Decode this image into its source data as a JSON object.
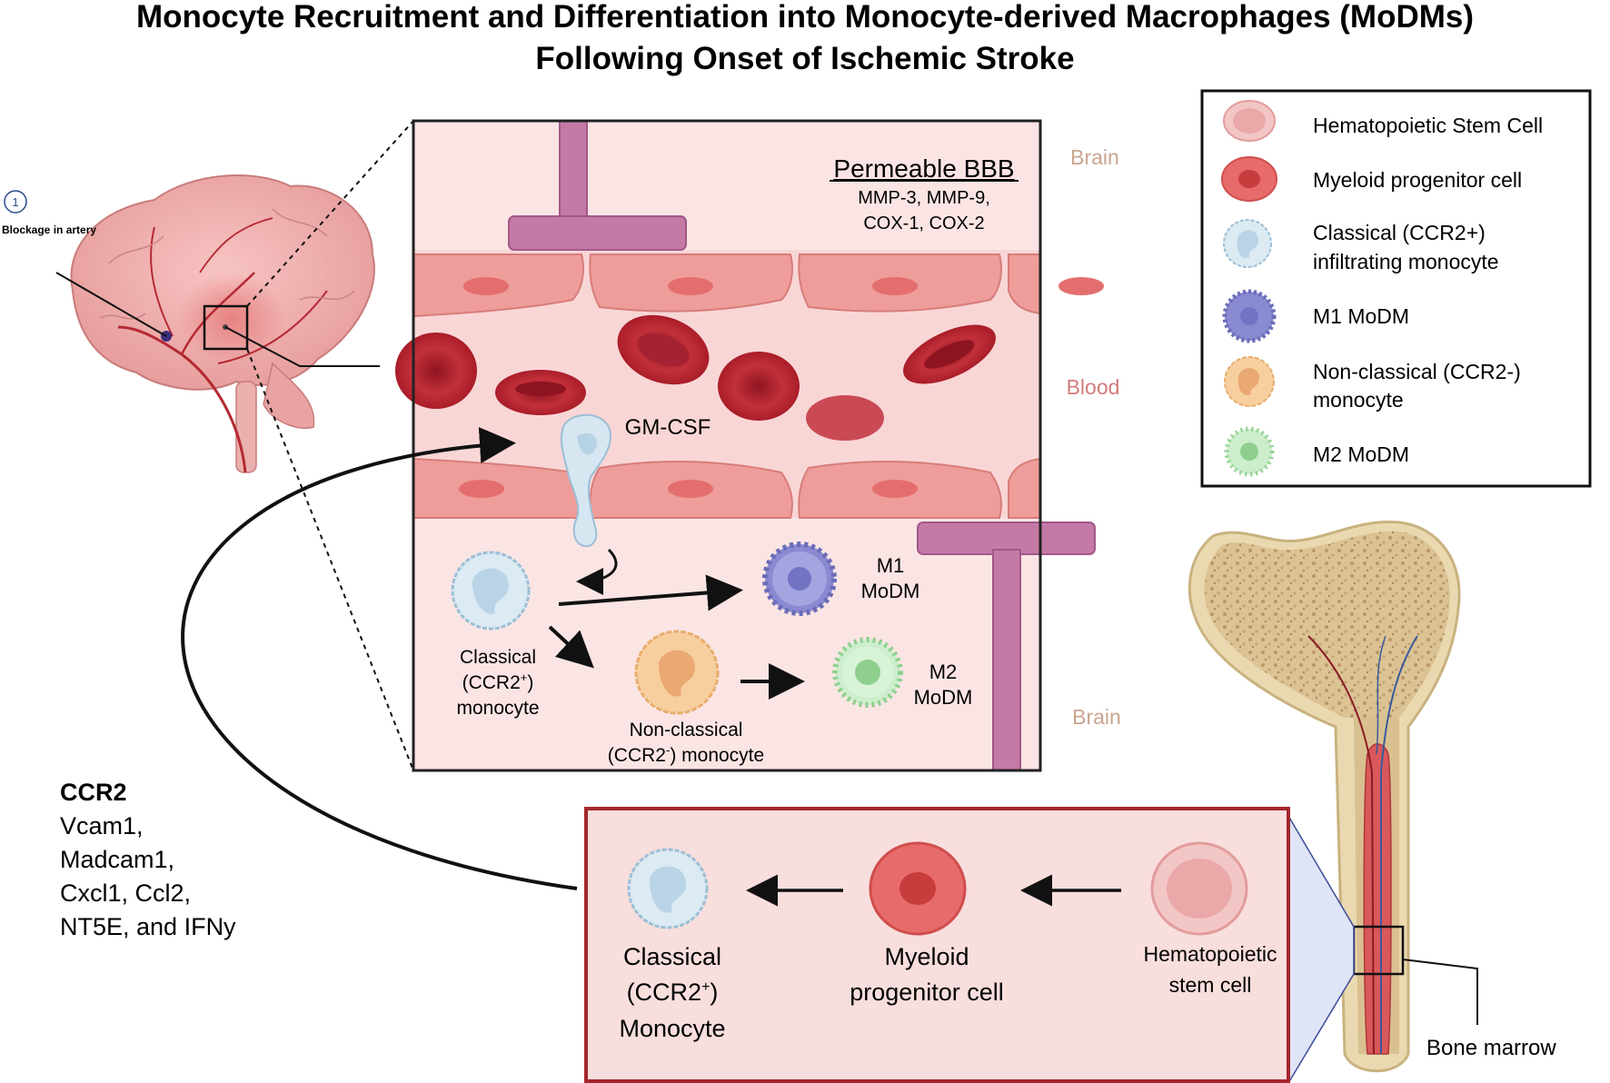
{
  "title": {
    "line1": "Monocyte Recruitment and Differentiation into Monocyte-derived Macrophages (MoDMs)",
    "line2": "Following Onset of Ischemic Stroke"
  },
  "brain_panel": {
    "step_number": "1",
    "blockage_label": "Blockage in artery"
  },
  "vessel_panel": {
    "bbb_title": "Permeable BBB",
    "bbb_line1": "MMP-3, MMP-9,",
    "bbb_line2": "COX-1, COX-2",
    "brain_top": "Brain",
    "blood": "Blood",
    "brain_bottom": "Brain",
    "gmcsf": "GM-CSF",
    "classical_l1": "Classical",
    "classical_l2": "(CCR2",
    "classical_sup": "+",
    "classical_l2b": ")",
    "classical_l3": "monocyte",
    "m1_l1": "M1",
    "m1_l2": "MoDM",
    "m2_l1": "M2",
    "m2_l2": "MoDM",
    "nonclassical_l1": "Non-classical",
    "nonclassical_l2": "(CCR2",
    "nonclassical_sup": "-",
    "nonclassical_l2b": ") monocyte"
  },
  "legend": [
    {
      "label": "Hematopoietic Stem Cell"
    },
    {
      "label": "Myeloid progenitor cell"
    },
    {
      "label": "Classical (CCR2+)",
      "label2": "infiltrating monocyte"
    },
    {
      "label": "M1 MoDM"
    },
    {
      "label": "Non-classical (CCR2-)",
      "label2": "monocyte"
    },
    {
      "label": "M2 MoDM"
    }
  ],
  "factors": {
    "heading": "CCR2",
    "line1": "Vcam1,",
    "line2": "Madcam1,",
    "line3": "Cxcl1, Ccl2,",
    "line4": "NT5E, and IFNy"
  },
  "marrow_panel": {
    "monocyte_l1": "Classical",
    "monocyte_l2": "(CCR2",
    "monocyte_sup": "+",
    "monocyte_l2b": ")",
    "monocyte_l3": "Monocyte",
    "myeloid_l1": "Myeloid",
    "myeloid_l2": "progenitor cell",
    "hsc_l1": "Hematopoietic",
    "hsc_l2": "stem cell"
  },
  "bone": {
    "label": "Bone marrow"
  },
  "colors": {
    "vessel_bg": "#f9dcdc",
    "endothelium": "#ee9d9a",
    "rbc": "#b71f2a",
    "neuron": "#c57aa6",
    "classical_monocyte": "#d6e7f2",
    "m1": "#8a8ad2",
    "nonclassical": "#f5c490",
    "m2": "#bde9bd",
    "marrow_panel_bg": "#f8dedd",
    "marrow_border": "#a4262c",
    "bone": "#e6d3a8"
  }
}
